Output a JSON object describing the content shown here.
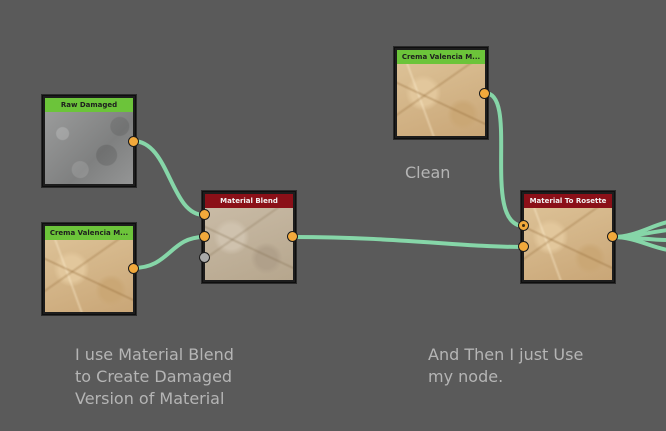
{
  "graph": {
    "nodes": [
      {
        "id": "raw-damaged",
        "title": "Raw Damaged",
        "header_color": "#6cc43a",
        "preview": "concrete"
      },
      {
        "id": "crema-left",
        "title": "Crema Valencia M...",
        "header_color": "#6cc43a",
        "preview": "marble"
      },
      {
        "id": "material-blend",
        "title": "Material Blend",
        "header_color": "#8b1018",
        "preview": "blend"
      },
      {
        "id": "crema-top",
        "title": "Crema Valencia M...",
        "header_color": "#6cc43a",
        "preview": "marble"
      },
      {
        "id": "material-to-rosette",
        "title": "Material To Rosette",
        "header_color": "#8b1018",
        "preview": "marble"
      }
    ],
    "connections": [
      {
        "from": "raw-damaged",
        "to": "material-blend",
        "input": 1
      },
      {
        "from": "crema-left",
        "to": "material-blend",
        "input": 2
      },
      {
        "from": "material-blend",
        "to": "material-to-rosette",
        "input": 2
      },
      {
        "from": "crema-top",
        "to": "material-to-rosette",
        "input": 1
      },
      {
        "from": "material-to-rosette",
        "to": "off-screen"
      }
    ]
  },
  "notes": {
    "clean": "Clean",
    "blend_lines": [
      "I use Material Blend",
      "to Create Damaged",
      "Version of Material"
    ],
    "node_lines": [
      "And Then I just Use",
      "my node."
    ]
  },
  "colors": {
    "canvas": "#5a5a5a",
    "wire": "#86d6a8",
    "port": "#f2a93b",
    "port_inactive": "#a9a9a9",
    "note_text": "#b5b5b5"
  }
}
